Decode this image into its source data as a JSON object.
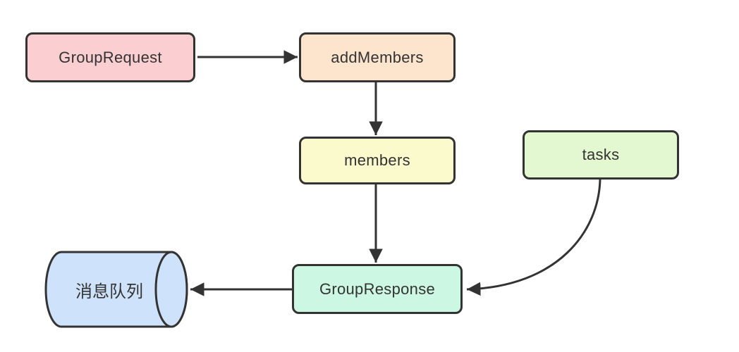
{
  "diagram": {
    "title": "group request flow diagram",
    "background_color": "#ffffff",
    "stroke_color": "#333333",
    "text_color": "#333333",
    "nodes": {
      "group_request": {
        "label": "GroupRequest",
        "shape": "rounded-rect",
        "fill": "#FBCFD2"
      },
      "add_members": {
        "label": "addMembers",
        "shape": "rounded-rect",
        "fill": "#FCE5CC"
      },
      "members": {
        "label": "members",
        "shape": "rounded-rect",
        "fill": "#FBFACC"
      },
      "tasks": {
        "label": "tasks",
        "shape": "rounded-rect",
        "fill": "#E3F7D0"
      },
      "group_response": {
        "label": "GroupResponse",
        "shape": "rounded-rect",
        "fill": "#CCF7E2"
      },
      "message_queue": {
        "label": "消息队列",
        "shape": "horizontal-cylinder",
        "fill": "#CFE2FB"
      }
    },
    "edges": [
      {
        "from": "GroupRequest",
        "to": "addMembers",
        "style": "straight",
        "direction": "right"
      },
      {
        "from": "addMembers",
        "to": "members",
        "style": "straight",
        "direction": "down"
      },
      {
        "from": "members",
        "to": "GroupResponse",
        "style": "straight",
        "direction": "down"
      },
      {
        "from": "tasks",
        "to": "GroupResponse",
        "style": "curved",
        "direction": "down-left"
      },
      {
        "from": "GroupResponse",
        "to": "消息队列",
        "style": "straight",
        "direction": "left"
      }
    ]
  }
}
